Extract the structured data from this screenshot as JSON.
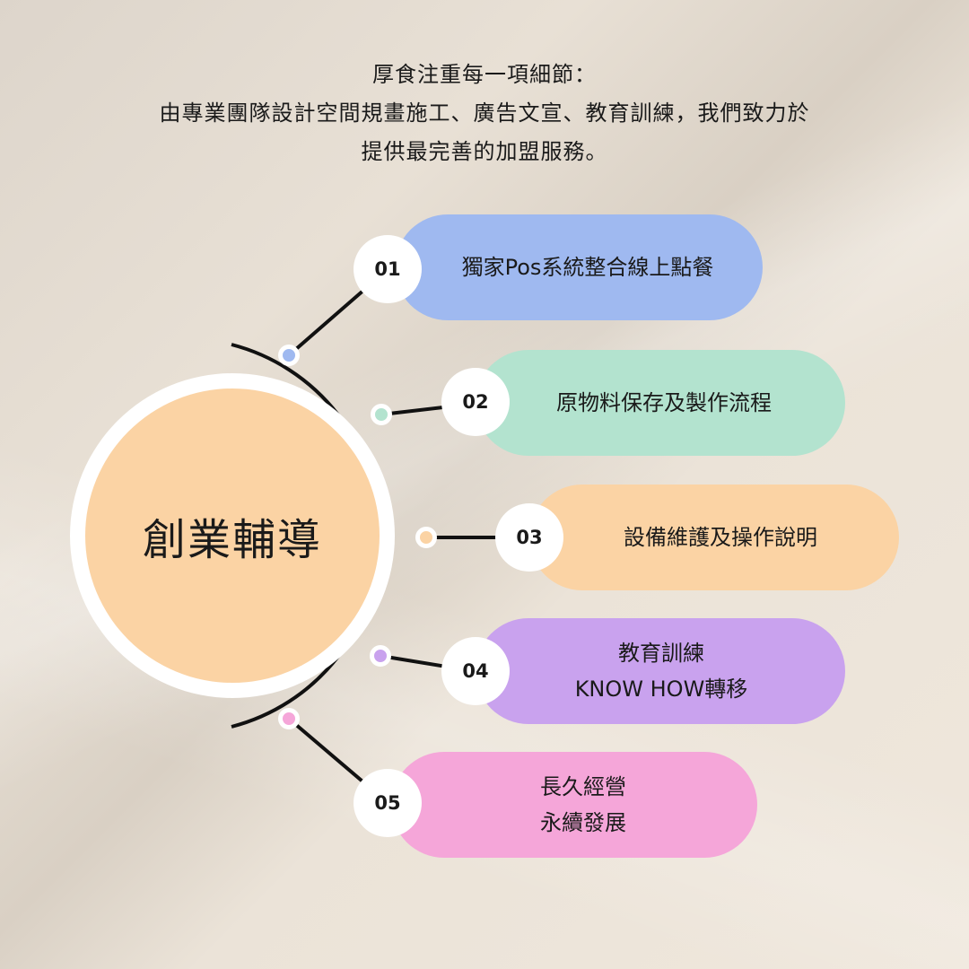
{
  "intro": {
    "line1": "厚食注重每一項細節：",
    "line2": "由專業團隊設計空間規畫施工、廣告文宣、教育訓練，我們致力於",
    "line3": "提供最完善的加盟服務。"
  },
  "center": {
    "label": "創業輔導",
    "color": "#fbd3a4"
  },
  "items": [
    {
      "number": "01",
      "line1": "獨家Pos系統整合線上點餐",
      "line2": "",
      "color": "#9fb9f0"
    },
    {
      "number": "02",
      "line1": "原物料保存及製作流程",
      "line2": "",
      "color": "#b3e3cf"
    },
    {
      "number": "03",
      "line1": "設備維護及操作說明",
      "line2": "",
      "color": "#fbd3a4"
    },
    {
      "number": "04",
      "line1": "教育訓練",
      "line2": "KNOW HOW轉移",
      "color": "#c9a2ee"
    },
    {
      "number": "05",
      "line1": "長久經營",
      "line2": "永續發展",
      "color": "#f5a6d9"
    }
  ]
}
